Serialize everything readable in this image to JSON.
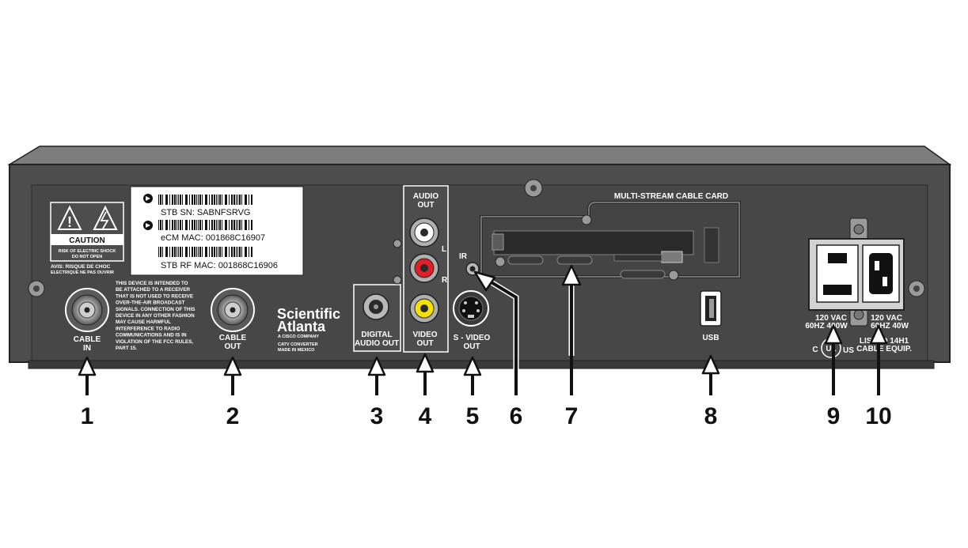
{
  "caution": {
    "title": "CAUTION",
    "line1": "RISK OF ELECTRIC SHOCK",
    "line2": "DO NOT OPEN",
    "avis1": "AVIS: RISQUE DE CHOC",
    "avis2": "ELECTRIQUE NE PAS OUVRIR"
  },
  "sticker": {
    "stb_sn": "STB SN:  SABNFSRVG",
    "ecm_mac": "eCM MAC:  001868C16907",
    "stb_rf_mac": "STB RF MAC:  001868C16906"
  },
  "fcc_notice": [
    "THIS DEVICE IS INTENDED TO",
    "BE ATTACHED TO A RECEIVER",
    "THAT IS NOT USED TO RECEIVE",
    "OVER-THE-AIR BROADCAST",
    "SIGNALS. CONNECTION OF THIS",
    "DEVICE IN ANY OTHER FASHION",
    "MAY CAUSE HARMFUL",
    "INTERFERENCE TO RADIO",
    "COMMUNICATIONS AND IS IN",
    "VIOLATION OF THE FCC RULES,",
    "PART 15."
  ],
  "brand": {
    "line1": "Scientific",
    "line2": "Atlanta",
    "tagline": "A CISCO COMPANY",
    "made1": "CATV CONVERTER",
    "made2": "MADE IN MEXICO"
  },
  "ports": {
    "cable_in_1": "CABLE",
    "cable_in_2": "IN",
    "cable_out_1": "CABLE",
    "cable_out_2": "OUT",
    "digital_audio_1": "DIGITAL",
    "digital_audio_2": "AUDIO OUT",
    "audio_out_1": "AUDIO",
    "audio_out_2": "OUT",
    "left": "L",
    "right": "R",
    "video_out_1": "VIDEO",
    "video_out_2": "OUT",
    "ir": "IR",
    "svideo_1": "S - VIDEO",
    "svideo_2": "OUT",
    "cablecard": "MULTI-STREAM CABLE CARD",
    "usb": "USB"
  },
  "power": {
    "outlet_1": "120 VAC",
    "outlet_2": "60HZ 400W",
    "inlet_1": "120 VAC",
    "inlet_2": "60HZ 40W",
    "listed_1": "LISTED 14H1",
    "listed_2": "CABLE EQUIP.",
    "c": "C",
    "ul": "UL",
    "us": "US"
  },
  "callouts": [
    "1",
    "2",
    "3",
    "4",
    "5",
    "6",
    "7",
    "8",
    "9",
    "10"
  ]
}
